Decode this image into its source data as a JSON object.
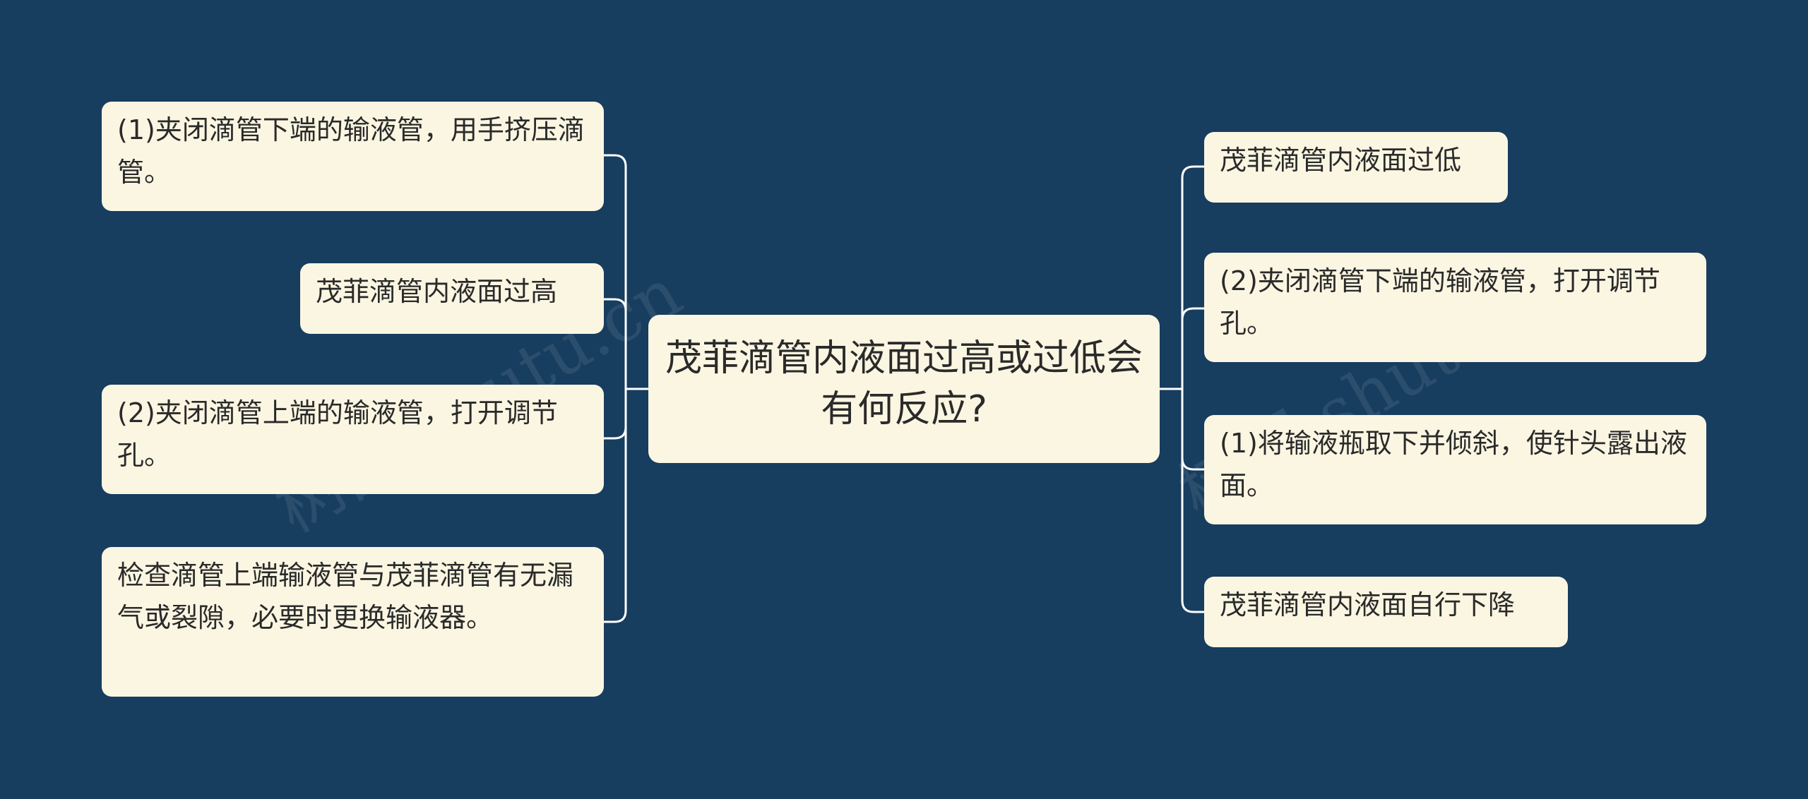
{
  "mindmap": {
    "center": {
      "text": "茂菲滴管内液面过高或过低会有何反应?"
    },
    "left": [
      {
        "text": "(1)夹闭滴管下端的输液管，用手挤压滴管。"
      },
      {
        "text": "茂菲滴管内液面过高"
      },
      {
        "text": "(2)夹闭滴管上端的输液管，打开调节孔。"
      },
      {
        "text": "检查滴管上端输液管与茂菲滴管有无漏气或裂隙，必要时更换输液器。"
      }
    ],
    "right": [
      {
        "text": "茂菲滴管内液面过低"
      },
      {
        "text": "(2)夹闭滴管下端的输液管，打开调节孔。"
      },
      {
        "text": "(1)将输液瓶取下并倾斜，使针头露出液面。"
      },
      {
        "text": "茂菲滴管内液面自行下降"
      }
    ]
  },
  "watermarks": [
    "树图 shutu.cn",
    "树图 shutu.cn"
  ],
  "colors": {
    "background": "#173d5f",
    "node_fill": "#fbf6e2",
    "connector": "#ffffff",
    "text": "#2a2a2a"
  }
}
